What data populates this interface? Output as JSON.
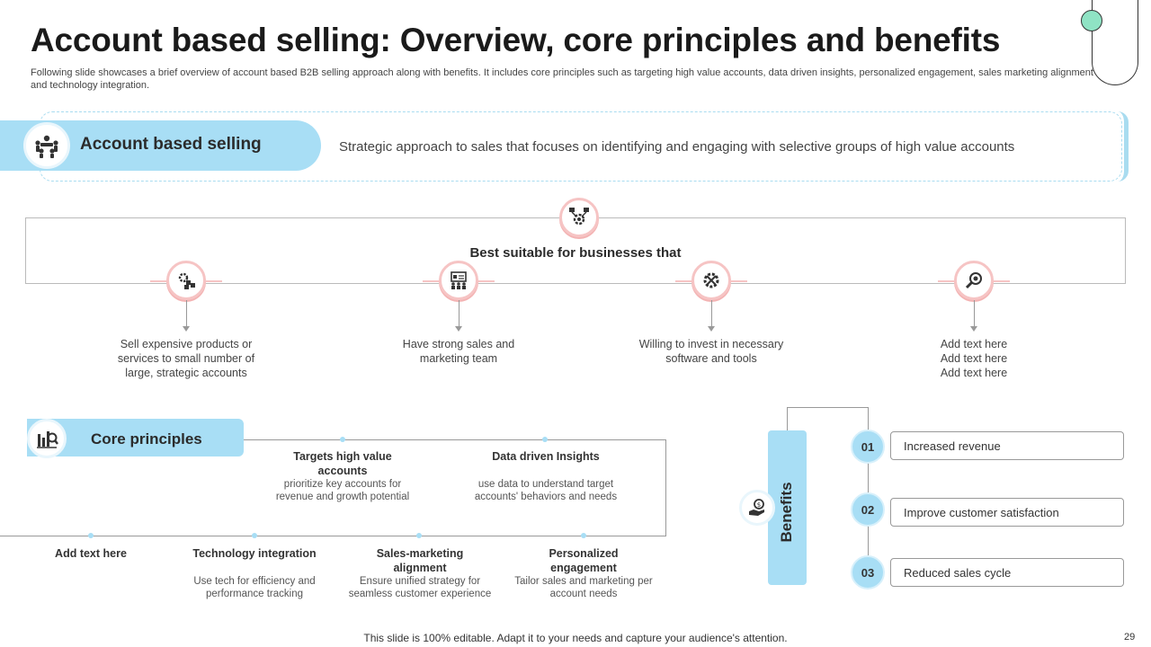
{
  "title": "Account based selling: Overview, core principles and benefits",
  "subtitle": "Following slide showcases a brief overview of account based B2B selling approach along with benefits. It includes core principles such as targeting high value accounts, data driven insights, personalized engagement, sales marketing alignment and technology integration.",
  "overview": {
    "label": "Account based selling",
    "description": "Strategic approach to sales that focuses on identifying and engaging with selective groups of high value accounts",
    "icon": "meeting-people-icon"
  },
  "best_suitable": {
    "label": "Best suitable for businesses that",
    "icon": "gear-network-icon",
    "items": [
      {
        "text": "Sell expensive products or services to small number of large, strategic accounts",
        "icon": "gear-cubes-icon"
      },
      {
        "text": "Have strong sales and marketing team",
        "icon": "team-board-icon"
      },
      {
        "text": "Willing to invest in necessary software and tools",
        "icon": "tools-gear-icon"
      },
      {
        "text": "Add text here Add text here Add text here",
        "icon": "search-gear-icon"
      }
    ]
  },
  "core_principles": {
    "label": "Core principles",
    "icon": "analytics-icon",
    "items": [
      {
        "heading": "Targets high value accounts",
        "description": "prioritize key accounts for revenue and growth potential"
      },
      {
        "heading": "Data driven Insights",
        "description": "use data to understand target accounts' behaviors and needs"
      },
      {
        "heading": "Add text here",
        "description": ""
      },
      {
        "heading": "Technology integration",
        "description": "Use tech for efficiency and performance tracking"
      },
      {
        "heading": "Sales-marketing alignment",
        "description": "Ensure unified strategy for seamless customer experience"
      },
      {
        "heading": "Personalized engagement",
        "description": "Tailor sales and marketing per account needs"
      }
    ]
  },
  "benefits": {
    "label": "Benefits",
    "icon": "money-hand-icon",
    "items": [
      {
        "number": "01",
        "text": "Increased revenue"
      },
      {
        "number": "02",
        "text": "Improve customer satisfaction"
      },
      {
        "number": "03",
        "text": "Reduced sales cycle"
      }
    ]
  },
  "footer": "This slide is 100% editable. Adapt it to your needs and capture your audience's attention.",
  "page_number": "29",
  "colors": {
    "accent_blue": "#a8def5",
    "accent_pink": "#f6c4c4",
    "corner_green": "#8fe3c4"
  }
}
